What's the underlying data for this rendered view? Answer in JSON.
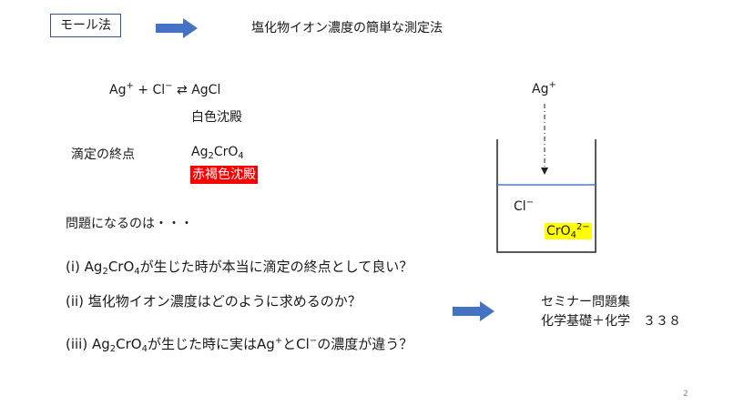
{
  "slide": {
    "title": "モール法",
    "subtitle": "塩化物イオン濃度の簡単な測定法",
    "page_number": "2"
  },
  "reaction": {
    "ag": "Ag",
    "ag_charge": "+",
    "plus": " + ",
    "cl": "Cl",
    "cl_charge": "−",
    "arrow": " ⇄ ",
    "product": "AgCl",
    "precipitate": "白色沈殿"
  },
  "endpoint": {
    "label": "滴定の終点",
    "ag": "Ag",
    "ag_sub": "2",
    "cro": "CrO",
    "cro_sub": "4",
    "precipitate": "赤褐色沈殿"
  },
  "questions": {
    "intro": "問題になるのは・・・",
    "q1": {
      "prefix": "(i) Ag",
      "sub1": "2",
      "mid": "CrO",
      "sub2": "4",
      "suffix": "が生じた時が本当に滴定の終点として良い？"
    },
    "q2": {
      "text": "(ii) 塩化物イオン濃度はどのように求めるのか？"
    },
    "q3": {
      "prefix": "(iii) Ag",
      "sub1": "2",
      "mid": "CrO",
      "sub2": "4",
      "mid2": "が生じた時に実はAg",
      "sup1": "+",
      "mid3": "とCl",
      "sup2": "−",
      "suffix": "の濃度が違う？"
    }
  },
  "diagram": {
    "ag": "Ag",
    "ag_charge": "+",
    "cl": "Cl",
    "cl_charge": "−",
    "cro": "CrO",
    "cro_sub": "4",
    "cro_charge": "2−"
  },
  "seminar": {
    "line1": "セミナー問題集",
    "line2": "化学基礎＋化学　３３８"
  },
  "colors": {
    "arrow_blue": "#4472c4",
    "box_border": "#2f5597",
    "solution_line": "#4a7fc1",
    "red_highlight": "#ff0000",
    "yellow_highlight": "#ffff00"
  }
}
